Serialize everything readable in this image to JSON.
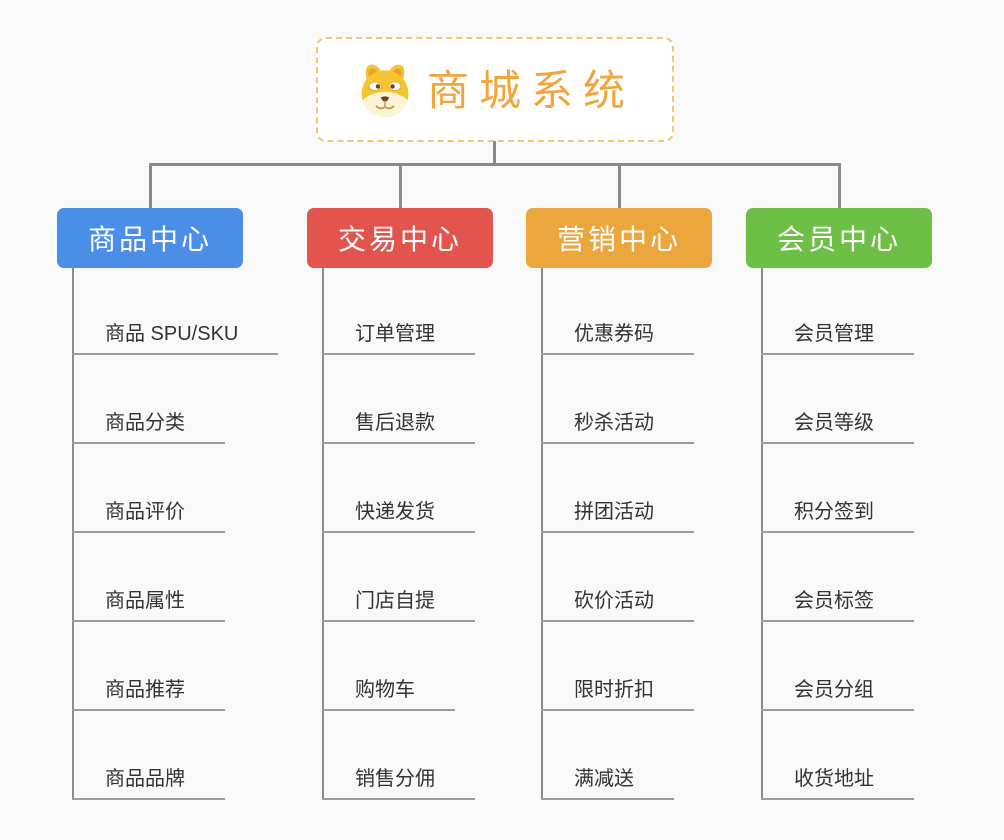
{
  "canvas": {
    "background": "#f9f9f9",
    "connector_color": "#8a8a8a",
    "underline_color": "#9c9c9c",
    "child_text_color": "#333333"
  },
  "root": {
    "label": "商城系统",
    "icon": "dog-face-icon",
    "text_color": "#f2a53c",
    "border_color": "#f4c56f",
    "background": "#ffffff"
  },
  "branches": [
    {
      "label": "商品中心",
      "color": "#4a8ee8",
      "children": [
        "商品 SPU/SKU",
        "商品分类",
        "商品评价",
        "商品属性",
        "商品推荐",
        "商品品牌"
      ]
    },
    {
      "label": "交易中心",
      "color": "#e4544f",
      "children": [
        "订单管理",
        "售后退款",
        "快递发货",
        "门店自提",
        "购物车",
        "销售分佣"
      ]
    },
    {
      "label": "营销中心",
      "color": "#eba63d",
      "children": [
        "优惠券码",
        "秒杀活动",
        "拼团活动",
        "砍价活动",
        "限时折扣",
        "满减送"
      ]
    },
    {
      "label": "会员中心",
      "color": "#6dbf45",
      "children": [
        "会员管理",
        "会员等级",
        "积分签到",
        "会员标签",
        "会员分组",
        "收货地址"
      ]
    }
  ]
}
